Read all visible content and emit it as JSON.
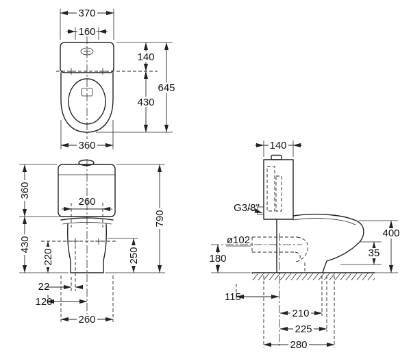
{
  "drawing": {
    "background": "#ffffff",
    "line_color": "#222222"
  },
  "views": {
    "plan": {
      "name": "top-view",
      "dims": {
        "overall_width": "370",
        "lid_width": "160",
        "tank_depth": "140",
        "overall_depth": "645",
        "bowl_depth": "430",
        "bowl_width": "360"
      }
    },
    "front": {
      "name": "front-view",
      "dims": {
        "tank_height": "360",
        "seat_hole_spacing": "260",
        "overall_height": "790",
        "bowl_height": "430",
        "inlet_height": "220",
        "rim_to_floor": "250",
        "fixing_offset": "22",
        "fixing_spacing": "120",
        "base_width": "260"
      }
    },
    "side": {
      "name": "side-view",
      "dims": {
        "tank_depth": "140",
        "water_inlet": "G3/8\"",
        "outlet_diameter": "ø102",
        "outlet_axis_height": "180",
        "rim_detail": "35",
        "rim_height": "400",
        "outlet_to_axis": "115",
        "axis_to_fixing_1": "210",
        "axis_to_fixing_2": "225",
        "axis_to_front_fixing": "280"
      }
    }
  }
}
